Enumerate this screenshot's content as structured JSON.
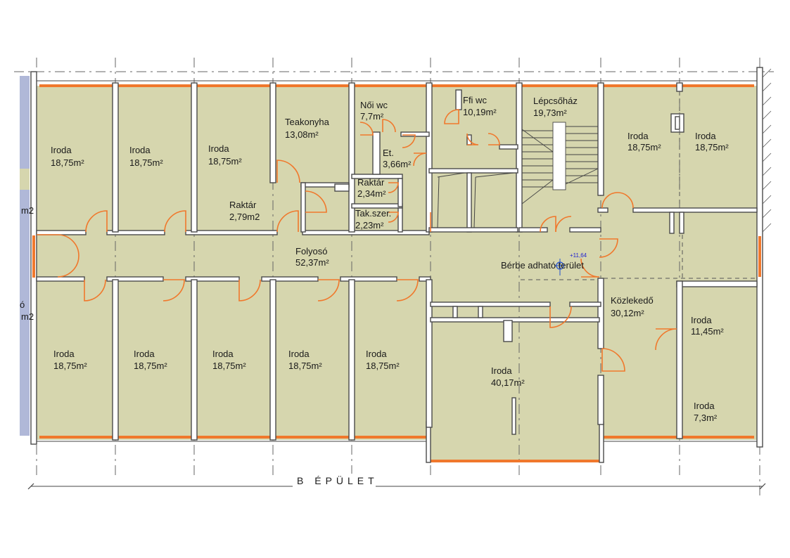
{
  "rooms": {
    "r1": {
      "name": "Iroda",
      "area": "18,75m²"
    },
    "r2": {
      "name": "Iroda",
      "area": "18,75m²"
    },
    "r3": {
      "name": "Iroda",
      "area": "18,75m²"
    },
    "teakonyha": {
      "name": "Teakonyha",
      "area": "13,08m²"
    },
    "noi_wc": {
      "name": "Női wc",
      "area": "7,7m²"
    },
    "et": {
      "name": "Et.",
      "area": "3,66m²"
    },
    "raktar_small": {
      "name": "Raktár",
      "area": "2,34m²"
    },
    "tak_szer": {
      "name": "Tak.szer.",
      "area": "2,23m²"
    },
    "raktar": {
      "name": "Raktár",
      "area": "2,79m2"
    },
    "ffi_wc": {
      "name": "Ffi wc",
      "area": "10,19m²"
    },
    "lepcsohaz": {
      "name": "Lépcsőház",
      "area": "19,73m²"
    },
    "r_ne1": {
      "name": "Iroda",
      "area": "18,75m²"
    },
    "r_ne2": {
      "name": "Iroda",
      "area": "18,75m²"
    },
    "folyoso": {
      "name": "Folyosó",
      "area": "52,37m²"
    },
    "berbe": {
      "name": "Bérbe adható terület"
    },
    "kozlekedo": {
      "name": "Közlekedő",
      "area": "30,12m²"
    },
    "r_e1": {
      "name": "Iroda",
      "area": "11,45m²"
    },
    "r_e2": {
      "name": "Iroda",
      "area": "7,3m²"
    },
    "r_s1": {
      "name": "Iroda",
      "area": "18,75m²"
    },
    "r_s2": {
      "name": "Iroda",
      "area": "18,75m²"
    },
    "r_s3": {
      "name": "Iroda",
      "area": "18,75m²"
    },
    "r_s4": {
      "name": "Iroda",
      "area": "18,75m²"
    },
    "r_s5": {
      "name": "Iroda",
      "area": "18,75m²"
    },
    "r_big": {
      "name": "Iroda",
      "area": "40,17m²"
    },
    "left_cut1": {
      "area": "m2"
    },
    "left_cut2": {
      "name": "ó",
      "area": "m2"
    }
  },
  "elevation": "+11,64",
  "building_label": "B ÉPÜLET",
  "colors": {
    "room_fill": "#d6d6ae",
    "facade": "#f0782c",
    "left_strip": "#b0b8d8"
  }
}
